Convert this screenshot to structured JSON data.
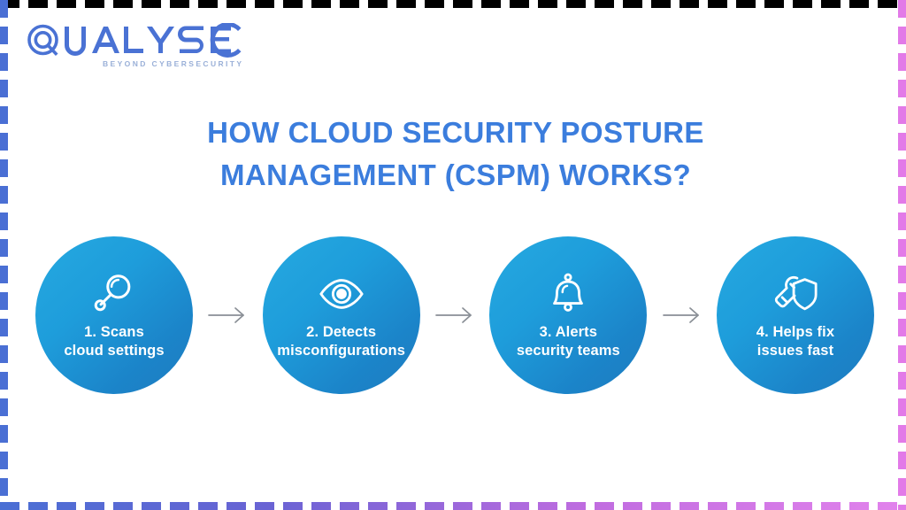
{
  "brand": {
    "logo_text": "QUALYSEC",
    "logo_icon": "magnifier-q-icon",
    "tagline": "BEYOND CYBERSECURITY",
    "logo_color": "#4a72d4",
    "tagline_color": "#9ab0d8"
  },
  "title": {
    "line1": "HOW CLOUD SECURITY POSTURE",
    "line2": "MANAGEMENT (CSPM) WORKS?",
    "color": "#3b7ddd"
  },
  "flow": {
    "arrow_icon": "arrow-right-icon",
    "arrow_color": "#8a8f96",
    "circle_color_start": "#26a9e0",
    "circle_color_end": "#1e7cc0",
    "steps": [
      {
        "icon": "magnifying-glass-icon",
        "label_line1": "1. Scans",
        "label_line2": "cloud settings"
      },
      {
        "icon": "eye-icon",
        "label_line1": "2. Detects",
        "label_line2": "misconfigurations"
      },
      {
        "icon": "bell-icon",
        "label_line1": "3. Alerts",
        "label_line2": "security teams"
      },
      {
        "icon": "wrench-shield-icon",
        "label_line1": "4. Helps fix",
        "label_line2": "issues fast"
      }
    ]
  },
  "decor": {
    "border_style": "dashed",
    "border_gradient_start": "#4a6fd4",
    "border_gradient_end": "#e27ae8"
  }
}
